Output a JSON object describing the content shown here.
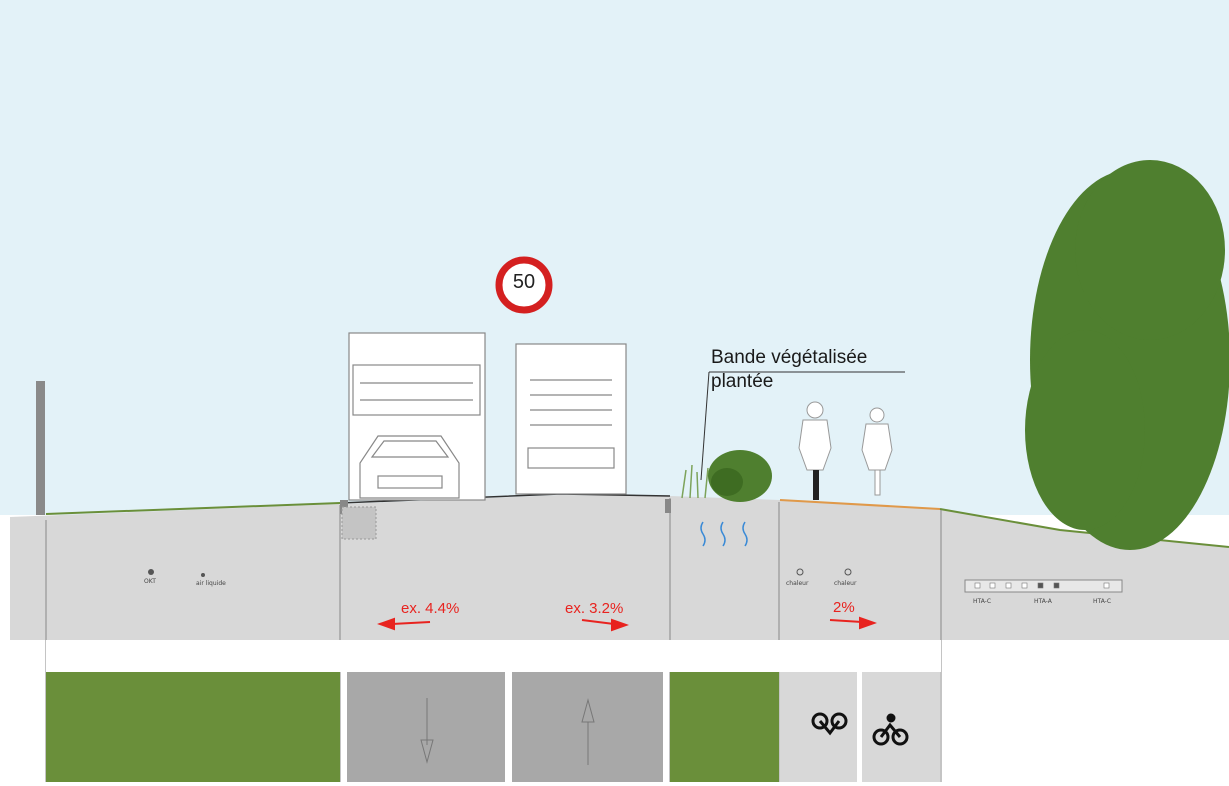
{
  "speed_sign": {
    "value": "50"
  },
  "planted_strip_label": {
    "line1": "Bande végétalisée",
    "line2": "plantée"
  },
  "slopes": {
    "left_lane": "ex. 4.4%",
    "right_lane": "ex. 3.2%",
    "bike_path": "2%"
  },
  "utilities": {
    "left_a": "OKT",
    "left_b": "air liquide",
    "bike_a": "chaleur",
    "bike_b": "chaleur",
    "duct_left": "HTA-C",
    "duct_mid": "HTA-A",
    "duct_right": "HTA-C"
  },
  "colors": {
    "sky": "#e3f2f8",
    "ground": "#d8d8d8",
    "grass": "#6a8f3a",
    "lane": "#a8a8a8",
    "bike_lane": "#d8d8d8",
    "arrow_red": "#e8231f",
    "tree": "#4f7f2f"
  }
}
